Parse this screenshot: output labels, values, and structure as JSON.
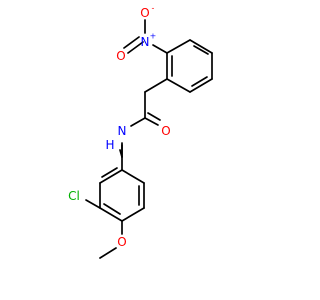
{
  "molecule": {
    "name": "N-(3-chloro-4-methoxyphenyl)-2-(2-nitrophenyl)acetamide",
    "colors": {
      "bond": "#000000",
      "N": "#0000ff",
      "O": "#ff0000",
      "Cl": "#00b000",
      "background": "#ffffff"
    },
    "atoms": {
      "nitro_n": {
        "symbol": "N",
        "charge": "+"
      },
      "nitro_o_top": {
        "symbol": "O",
        "charge": "-"
      },
      "nitro_o_left": {
        "symbol": "O",
        "charge": ""
      },
      "carbonyl_o": {
        "symbol": "O",
        "charge": ""
      },
      "amide_n": {
        "symbol": "N",
        "charge": "",
        "hydrogen": "H"
      },
      "chlorine": {
        "symbol": "Cl",
        "charge": ""
      },
      "methoxy_o": {
        "symbol": "O",
        "charge": ""
      }
    }
  }
}
